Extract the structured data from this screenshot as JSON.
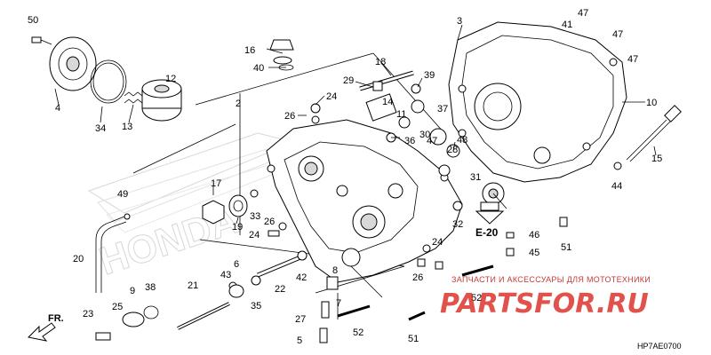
{
  "diagram": {
    "labels": [
      "50",
      "4",
      "34",
      "13",
      "12",
      "16",
      "40",
      "2",
      "18",
      "29",
      "24",
      "26",
      "39",
      "3",
      "47",
      "41",
      "10",
      "15",
      "44",
      "14",
      "11",
      "37",
      "36",
      "30",
      "28",
      "48",
      "31",
      "32",
      "17",
      "19",
      "33",
      "26",
      "24",
      "49",
      "20",
      "21",
      "43",
      "35",
      "22",
      "6",
      "42",
      "8",
      "7",
      "27",
      "5",
      "9",
      "25",
      "38",
      "23",
      "24",
      "26",
      "51",
      "52",
      "52",
      "51",
      "46",
      "45",
      "47",
      "47",
      "47"
    ],
    "ref_code": "E-20",
    "fr_label": "FR.",
    "diagram_code": "HP7AE0700",
    "watermark_text": "ЗАПЧАСТИ И АКСЕССУАРЫ ДЛЯ МОТОТЕХНИКИ",
    "watermark_logo": "PARTSFOR.RU",
    "ghost_text": "HONDA"
  }
}
